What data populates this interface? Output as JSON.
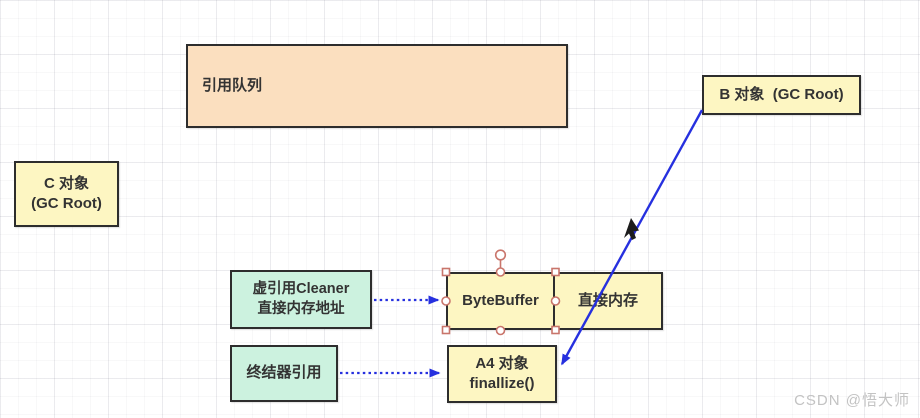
{
  "watermark": "CSDN @悟大师",
  "nodes": {
    "reference_queue": {
      "label": "引用队列"
    },
    "c_object": {
      "line1": "C 对象",
      "line2": "(GC Root)"
    },
    "b_object": {
      "label": "B 对象  (GC Root)"
    },
    "cleaner_ref": {
      "line1": "虚引用Cleaner",
      "line2": "直接内存地址"
    },
    "bytebuffer": {
      "label": "ByteBuffer"
    },
    "direct_memory": {
      "label": "直接内存"
    },
    "finalizer_ref": {
      "label": "终结器引用"
    },
    "a4_object": {
      "line1": "A4 对象",
      "line2": "finallize()"
    }
  },
  "edges": [
    {
      "from": "cleaner_ref",
      "to": "bytebuffer",
      "style": "dotted"
    },
    {
      "from": "finalizer_ref",
      "to": "a4_object",
      "style": "dotted"
    },
    {
      "from": "b_object",
      "to": "a4_object",
      "style": "solid"
    }
  ],
  "colors": {
    "box_peach": "#fbdfbf",
    "box_yellow": "#fdf6c2",
    "box_green": "#ccf2df",
    "box_border": "#2d2d2d",
    "arrow_blue": "#2630df",
    "selection_handle": "#c9756b",
    "watermark_gray": "#c3c3c3"
  }
}
